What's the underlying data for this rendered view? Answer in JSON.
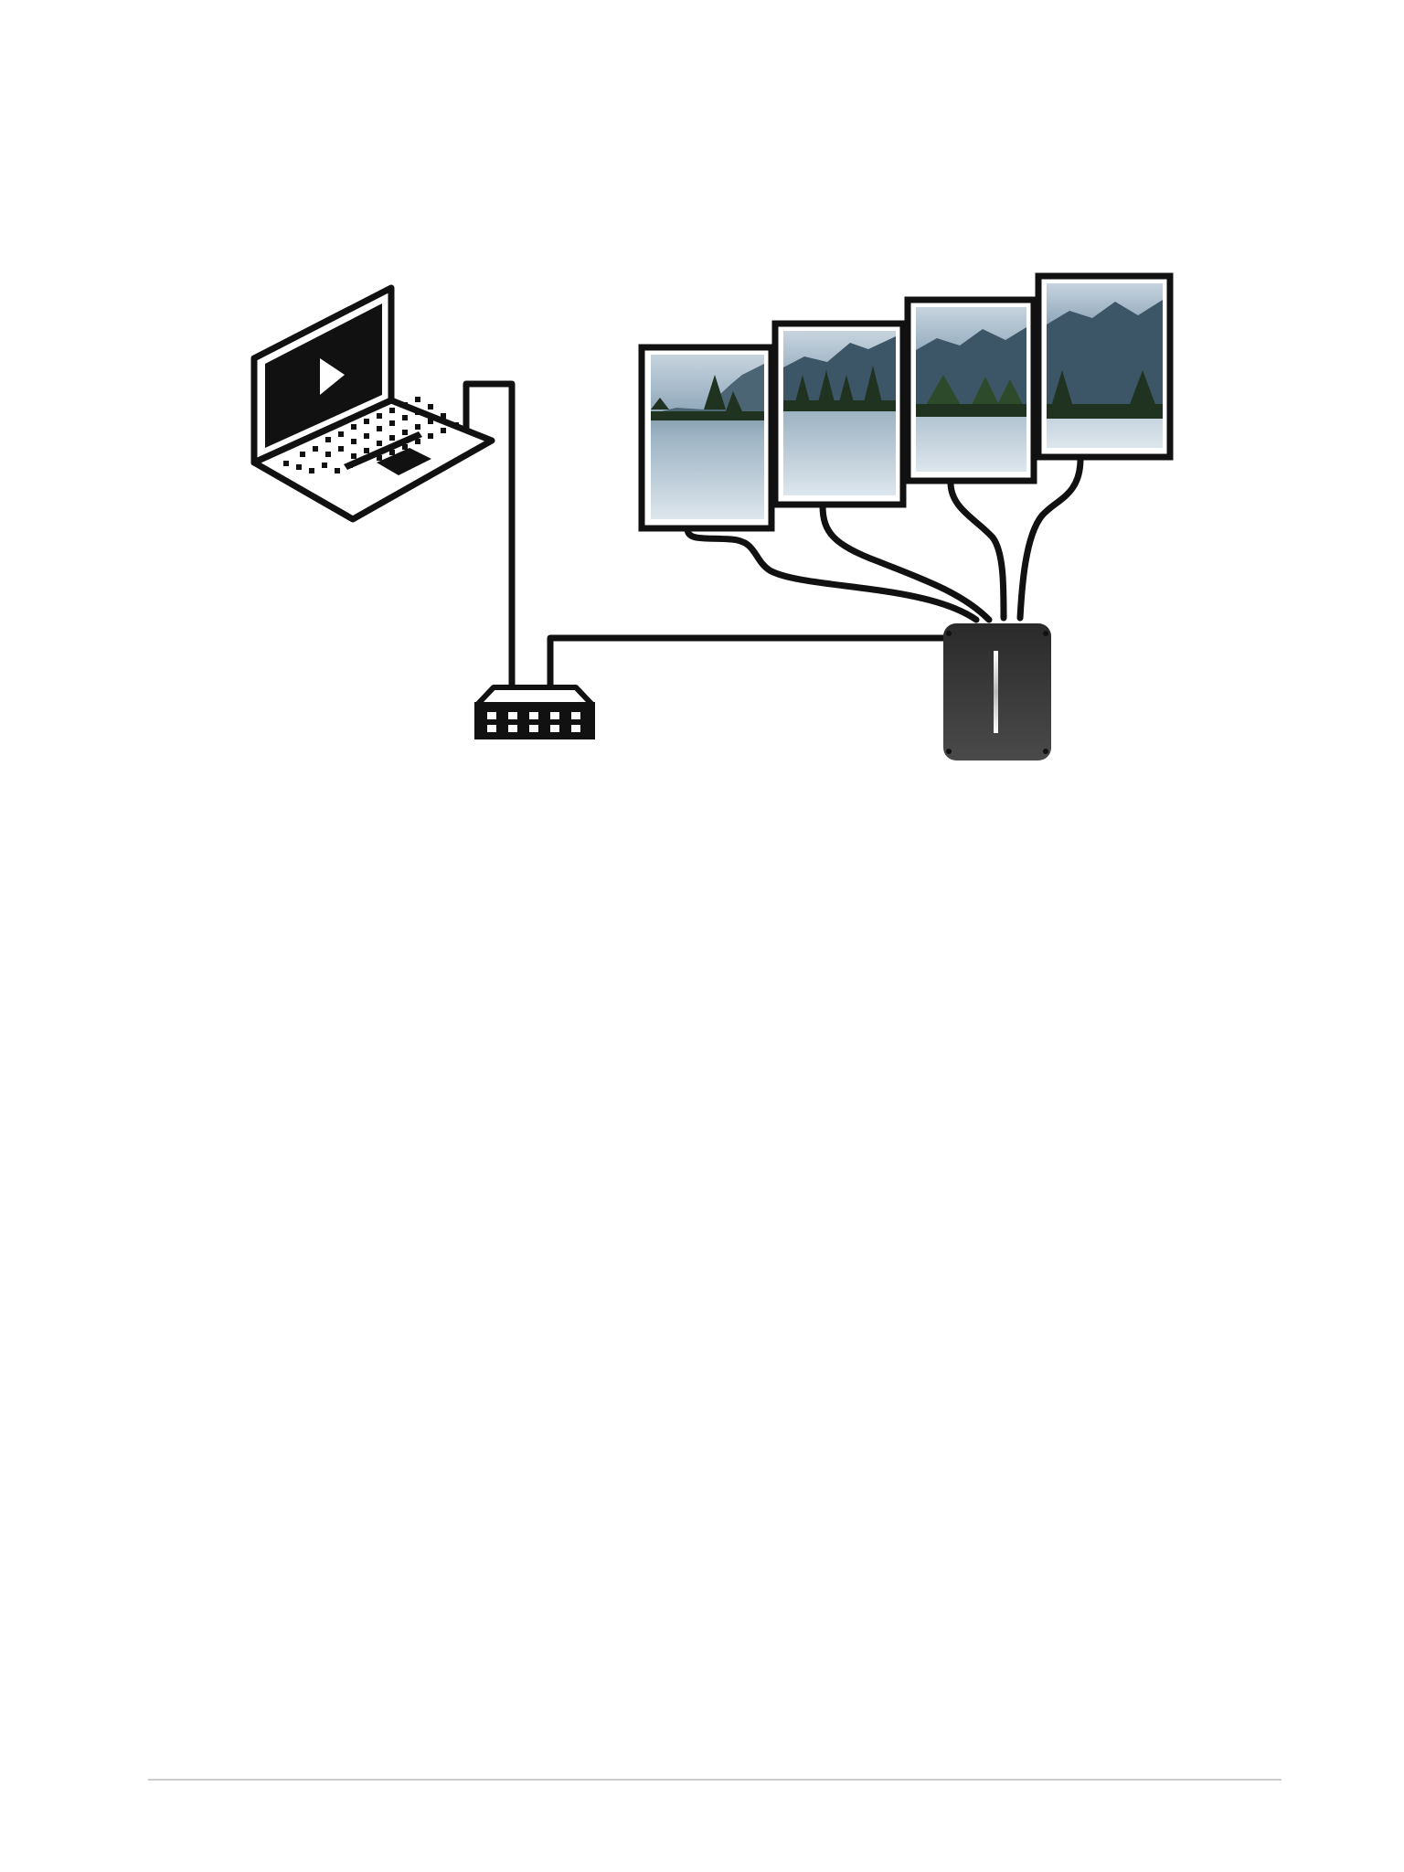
{
  "diagram": {
    "nodes": [
      {
        "id": "laptop",
        "icon": "laptop-play-icon"
      },
      {
        "id": "network-switch",
        "icon": "network-switch-icon"
      },
      {
        "id": "video-wall-controller",
        "icon": "controller-box-icon"
      },
      {
        "id": "display-1",
        "icon": "mountain-lake-display"
      },
      {
        "id": "display-2",
        "icon": "mountain-lake-display"
      },
      {
        "id": "display-3",
        "icon": "mountain-lake-display"
      },
      {
        "id": "display-4",
        "icon": "mountain-lake-display"
      }
    ],
    "edges": [
      [
        "laptop",
        "network-switch"
      ],
      [
        "network-switch",
        "video-wall-controller"
      ],
      [
        "video-wall-controller",
        "display-1"
      ],
      [
        "video-wall-controller",
        "display-2"
      ],
      [
        "video-wall-controller",
        "display-3"
      ],
      [
        "video-wall-controller",
        "display-4"
      ]
    ]
  },
  "colors": {
    "line": "#111111",
    "background": "#ffffff",
    "controller": "#333333",
    "rule": "#cccccc"
  }
}
